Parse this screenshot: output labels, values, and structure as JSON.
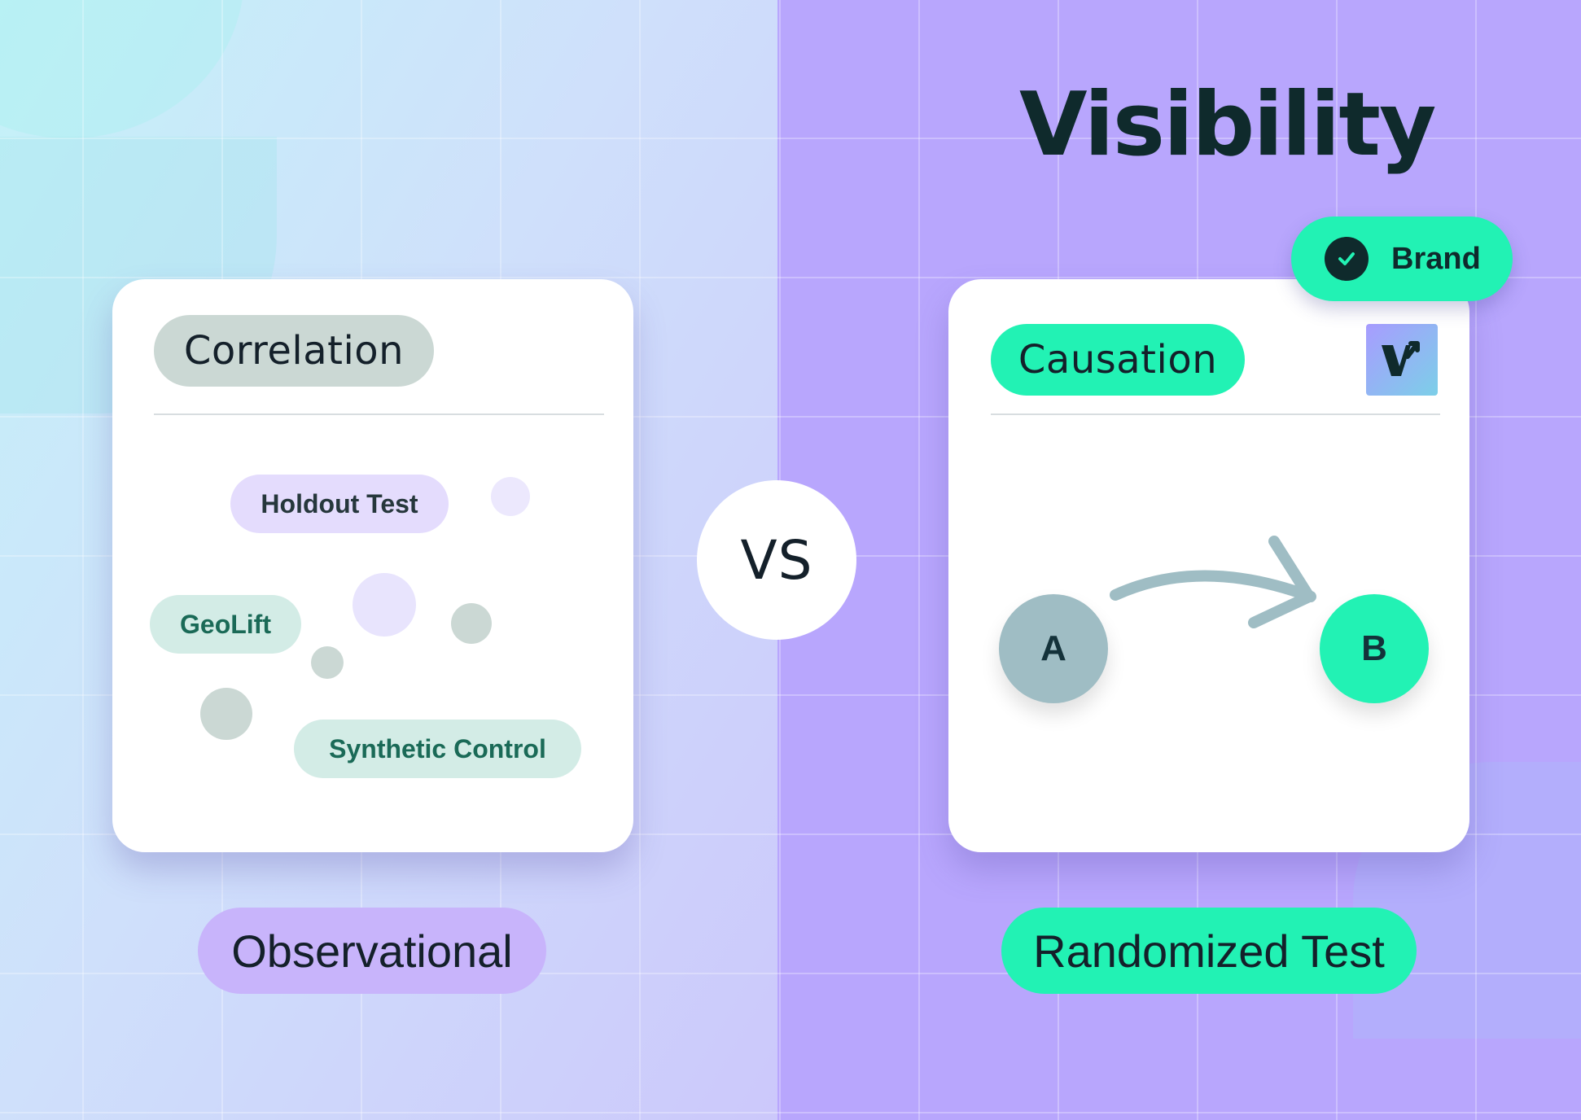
{
  "logo": {
    "text": "Visibility"
  },
  "vs_label": "VS",
  "brand_badge": {
    "label": "Brand",
    "icon": "check-circle-icon"
  },
  "left_card": {
    "header": "Correlation",
    "tags": [
      "Holdout Test",
      "GeoLift",
      "Synthetic Control"
    ]
  },
  "right_card": {
    "header": "Causation",
    "badge_icon": "visibility-v-logo-icon",
    "nodes": {
      "a": "A",
      "b": "B"
    }
  },
  "footer_left": "Observational",
  "footer_right": "Randomized Test",
  "colors": {
    "accent_green": "#22f2b4",
    "lavender": "#c8b4fb",
    "gray_pill": "#cbd8d4",
    "dark_text": "#14202a"
  }
}
